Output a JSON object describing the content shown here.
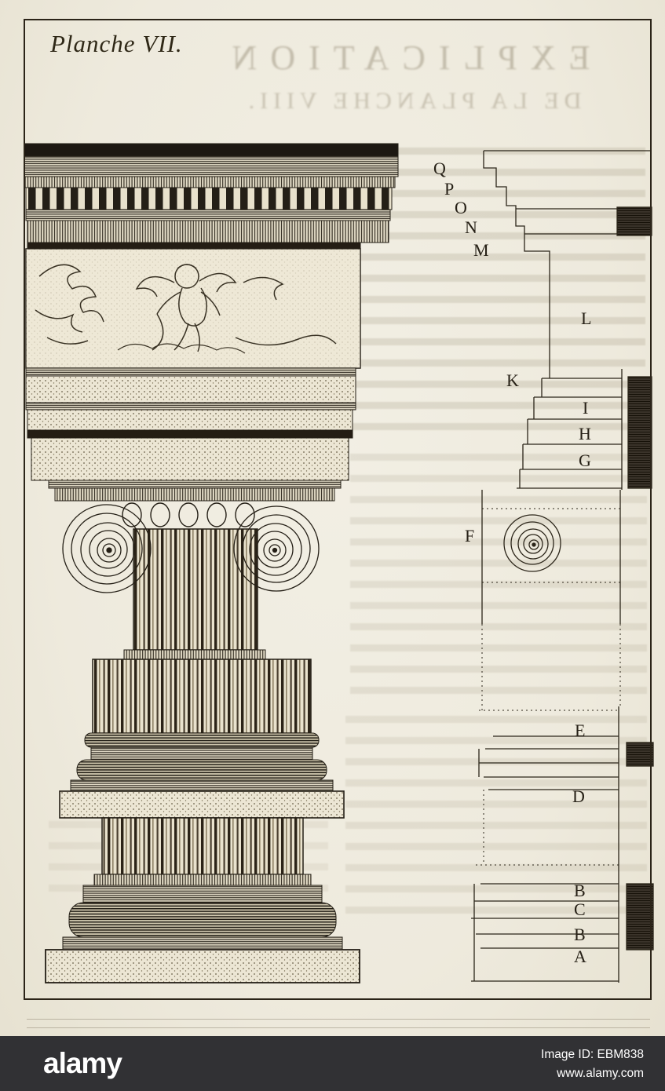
{
  "page": {
    "title": "Planche VII."
  },
  "bleedthrough": {
    "heading": "EXPLICATION",
    "subheading": "DE LA PLANCHE VIII."
  },
  "diagram": {
    "description": "Ionic order: entablature, capital with volutes, shaft and base; profile section at right with reference letters",
    "labels": [
      "Q",
      "P",
      "O",
      "N",
      "M",
      "L",
      "K",
      "I",
      "H",
      "G",
      "F",
      "E",
      "D",
      "B",
      "C",
      "B",
      "A"
    ]
  },
  "footer": {
    "logo": "alamy",
    "image_id": "Image ID: EBM838",
    "website": "www.alamy.com"
  },
  "colors": {
    "paper": "#f0ecdf",
    "ink": "#262016",
    "footer_bg": "#313134"
  }
}
